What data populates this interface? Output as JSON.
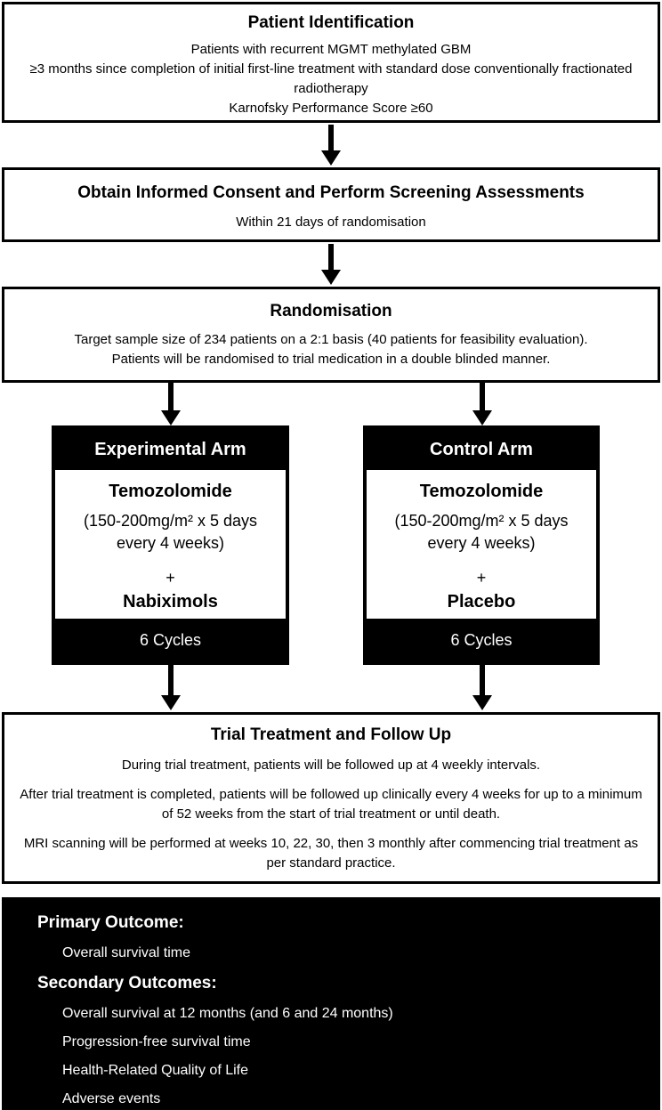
{
  "colors": {
    "background": "#ffffff",
    "box_border": "#000000",
    "dark_fill": "#000000",
    "text_on_dark": "#ffffff"
  },
  "flowchart": {
    "patient_identification": {
      "title": "Patient Identification",
      "line1": "Patients with recurrent MGMT methylated GBM",
      "line2": "≥3 months since completion of initial first-line treatment with standard dose conventionally fractionated radiotherapy",
      "line3": "Karnofsky Performance Score ≥60"
    },
    "consent": {
      "title": "Obtain Informed Consent and Perform Screening Assessments",
      "body": "Within 21 days of randomisation"
    },
    "randomisation": {
      "title": "Randomisation",
      "line1": "Target sample size of 234 patients on a 2:1 basis (40 patients for feasibility evaluation).",
      "line2": "Patients will be randomised to trial medication in a double blinded manner."
    },
    "experimental_arm": {
      "header": "Experimental Arm",
      "drug1": "Temozolomide",
      "dose_line1": "(150-200mg/m² x 5 days",
      "dose_line2": "every 4 weeks)",
      "plus": "+",
      "drug2": "Nabiximols",
      "cycles": "6 Cycles"
    },
    "control_arm": {
      "header": "Control Arm",
      "drug1": "Temozolomide",
      "dose_line1": "(150-200mg/m² x 5 days",
      "dose_line2": "every 4 weeks)",
      "plus": "+",
      "drug2": "Placebo",
      "cycles": "6 Cycles"
    },
    "follow_up": {
      "title": "Trial Treatment and Follow Up",
      "para1": "During trial treatment, patients will be followed up at 4 weekly intervals.",
      "para2": "After trial treatment is completed, patients will be followed up clinically every 4 weeks for up to a minimum of 52 weeks from the start of trial treatment or until death.",
      "para3": "MRI scanning will be performed at weeks 10, 22, 30, then 3 monthly after commencing trial treatment as per standard practice."
    },
    "outcomes": {
      "primary_label": "Primary Outcome:",
      "primary_items": [
        "Overall survival time"
      ],
      "secondary_label": "Secondary Outcomes:",
      "secondary_items": [
        "Overall survival at 12 months (and 6 and 24 months)",
        "Progression-free survival time",
        "Health-Related Quality of Life",
        "Adverse events"
      ]
    }
  }
}
